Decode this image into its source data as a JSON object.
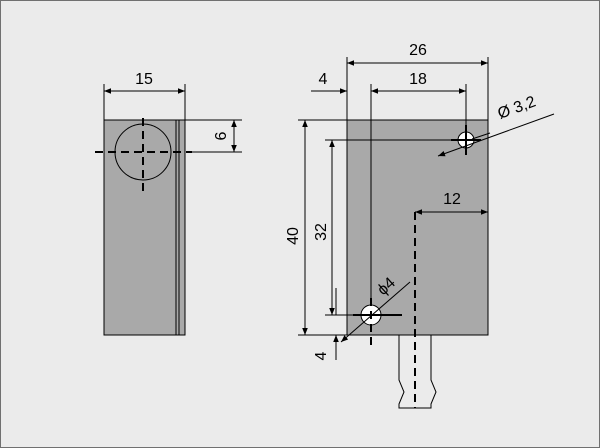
{
  "colors": {
    "background": "#ebebeb",
    "part_fill": "#a9a9a9",
    "line": "#000000"
  },
  "dimensions": {
    "side_width": "15",
    "side_hole_offset": "6",
    "front_width": "26",
    "front_left_offset": "4",
    "front_hole_spacing": "18",
    "front_height": "40",
    "front_hole_vertical_spacing": "32",
    "front_bottom_offset": "4",
    "cable_offset": "12",
    "hole_small_diameter": "Ø 3,2",
    "hole_large_diameter": "ϕ4"
  }
}
